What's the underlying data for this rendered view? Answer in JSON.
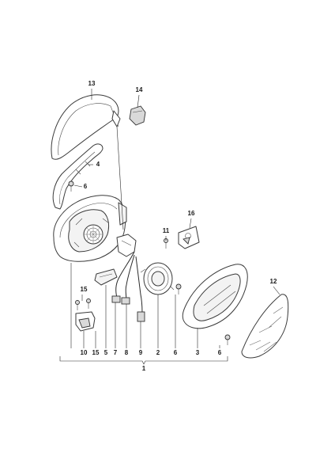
{
  "callouts": {
    "c13": "13",
    "c14": "14",
    "c4": "4",
    "c6a": "6",
    "c16": "16",
    "c11": "11",
    "c12": "12",
    "c15": "15",
    "c10": "10",
    "c15b": "15",
    "c5": "5",
    "c7": "7",
    "c8": "8",
    "c9": "9",
    "c2": "2",
    "c6b": "6",
    "c3": "3",
    "c6c": "6",
    "c1": "1"
  }
}
